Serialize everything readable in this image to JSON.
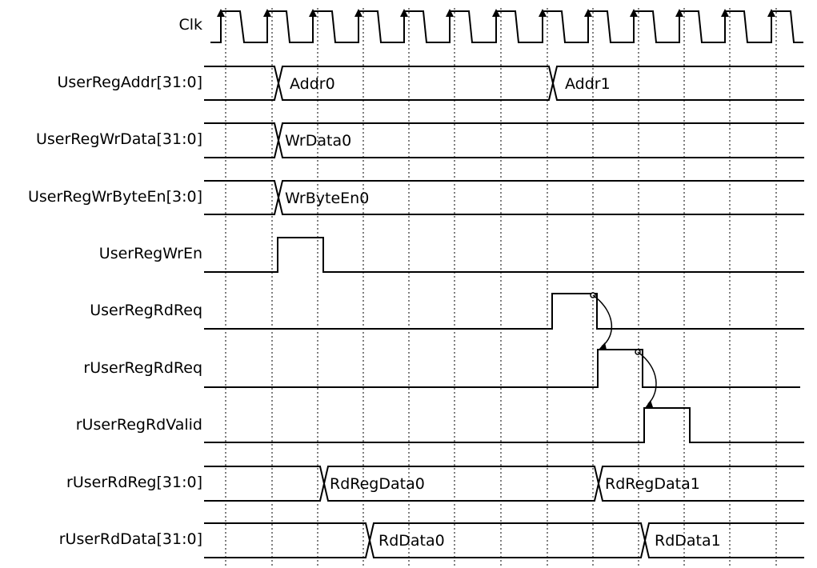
{
  "diagram": {
    "colors": {
      "line": "#000000",
      "background": "#ffffff",
      "grid": "#000000"
    },
    "signals": [
      {
        "name": "Clk",
        "kind": "clock"
      },
      {
        "name": "UserRegAddr[31:0]",
        "kind": "bus",
        "values": [
          "Addr0",
          "Addr1"
        ]
      },
      {
        "name": "UserRegWrData[31:0]",
        "kind": "bus",
        "values": [
          "WrData0"
        ]
      },
      {
        "name": "UserRegWrByteEn[3:0]",
        "kind": "bus",
        "values": [
          "WrByteEn0"
        ]
      },
      {
        "name": "UserRegWrEn",
        "kind": "wire"
      },
      {
        "name": "UserRegRdReq",
        "kind": "wire"
      },
      {
        "name": "rUserRegRdReq",
        "kind": "wire"
      },
      {
        "name": "rUserRegRdValid",
        "kind": "wire"
      },
      {
        "name": "rUserRdReg[31:0]",
        "kind": "bus",
        "values": [
          "RdRegData0",
          "RdRegData1"
        ]
      },
      {
        "name": "rUserRdData[31:0]",
        "kind": "bus",
        "values": [
          "RdData0",
          "RdData1"
        ]
      }
    ]
  }
}
